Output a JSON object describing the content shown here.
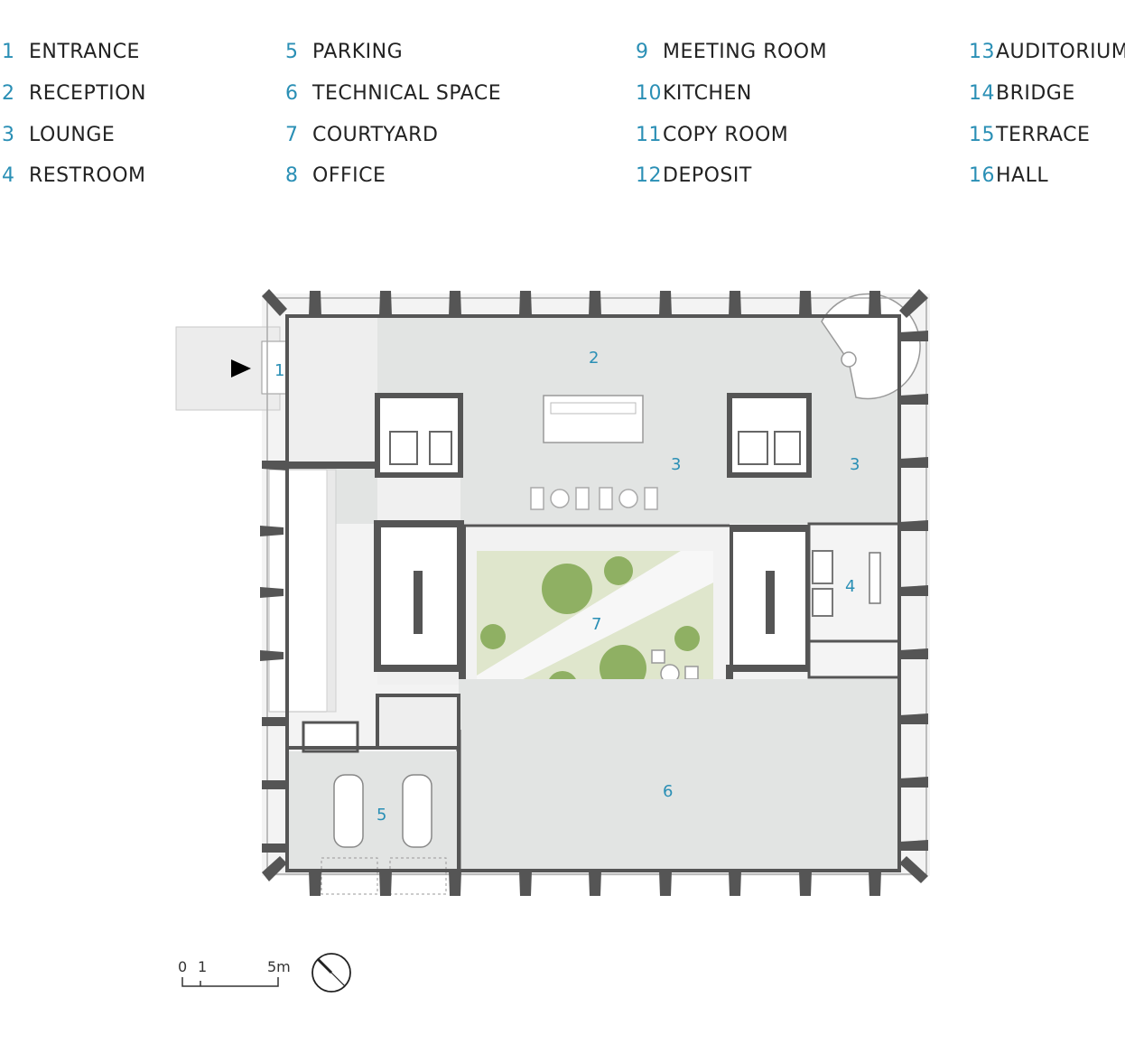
{
  "legend": [
    {
      "num": "1",
      "label": "ENTRANCE"
    },
    {
      "num": "2",
      "label": "RECEPTION"
    },
    {
      "num": "3",
      "label": "LOUNGE"
    },
    {
      "num": "4",
      "label": "RESTROOM"
    },
    {
      "num": "5",
      "label": "PARKING"
    },
    {
      "num": "6",
      "label": "TECHNICAL SPACE"
    },
    {
      "num": "7",
      "label": "COURTYARD"
    },
    {
      "num": "8",
      "label": "OFFICE"
    },
    {
      "num": "9",
      "label": "MEETING ROOM"
    },
    {
      "num": "10",
      "label": "KITCHEN"
    },
    {
      "num": "11",
      "label": "COPY ROOM"
    },
    {
      "num": "12",
      "label": "DEPOSIT"
    },
    {
      "num": "13",
      "label": "AUDITORIUM"
    },
    {
      "num": "14",
      "label": "BRIDGE"
    },
    {
      "num": "15",
      "label": "TERRACE"
    },
    {
      "num": "16",
      "label": "HALL"
    }
  ],
  "rooms": {
    "entrance": "1",
    "reception": "2",
    "lounge_left": "3",
    "lounge_right": "3",
    "restroom": "4",
    "parking": "5",
    "technical": "6",
    "courtyard": "7"
  },
  "scale": {
    "zero": "0",
    "one": "1",
    "five": "5m"
  },
  "colors": {
    "accent": "#2a8fb5",
    "wall": "#555555",
    "floor": "#e4e6e5",
    "floor_light": "#efefef",
    "green": "#dfe6cc",
    "tree": "#8fb063"
  }
}
